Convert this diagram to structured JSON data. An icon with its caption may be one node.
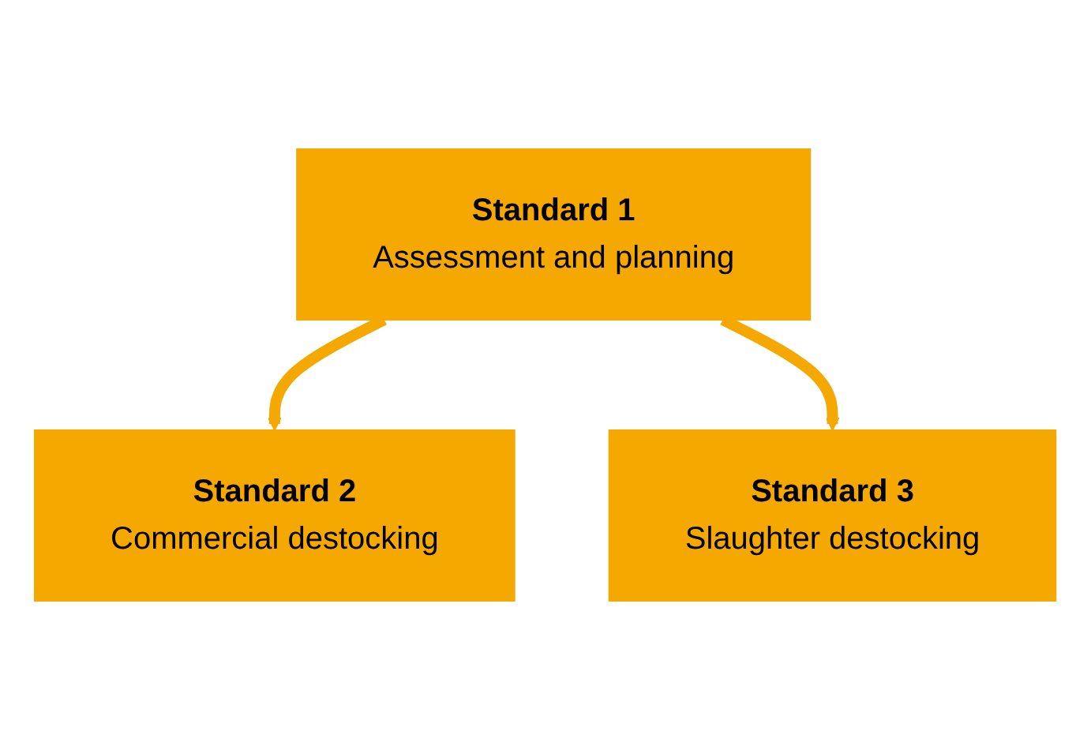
{
  "diagram": {
    "nodes": [
      {
        "text": [
          "Standard 1",
          "Assessment and planning"
        ]
      },
      {
        "text": [
          "Standard 2",
          "Commercial destocking"
        ]
      },
      {
        "text": [
          "Standard 3",
          "Slaughter destocking"
        ]
      }
    ],
    "edges": [
      {
        "from": 0,
        "to": 1,
        "arrow": "to"
      },
      {
        "from": 0,
        "to": 2,
        "arrow": "to"
      }
    ]
  }
}
